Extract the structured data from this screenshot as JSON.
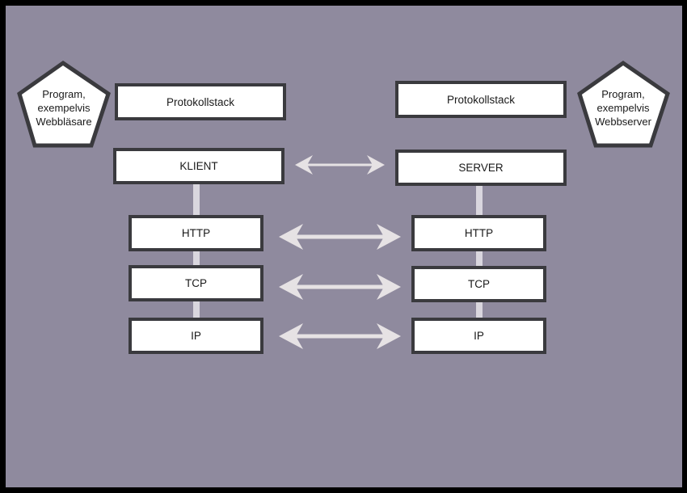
{
  "client": {
    "program": [
      "Program,",
      "exempelvis",
      "Webbläsare"
    ],
    "stack_title": "Protokollstack",
    "role": "KLIENT",
    "layers": [
      "HTTP",
      "TCP",
      "IP"
    ]
  },
  "server": {
    "program": [
      "Program,",
      "exempelvis",
      "Webbserver"
    ],
    "stack_title": "Protokollstack",
    "role": "SERVER",
    "layers": [
      "HTTP",
      "TCP",
      "IP"
    ]
  },
  "colors": {
    "background": "#8f8a9e",
    "border": "#3a3a3e",
    "box_fill": "#ffffff",
    "arrow": "#e6e2e4",
    "connector": "#d9d6de"
  }
}
